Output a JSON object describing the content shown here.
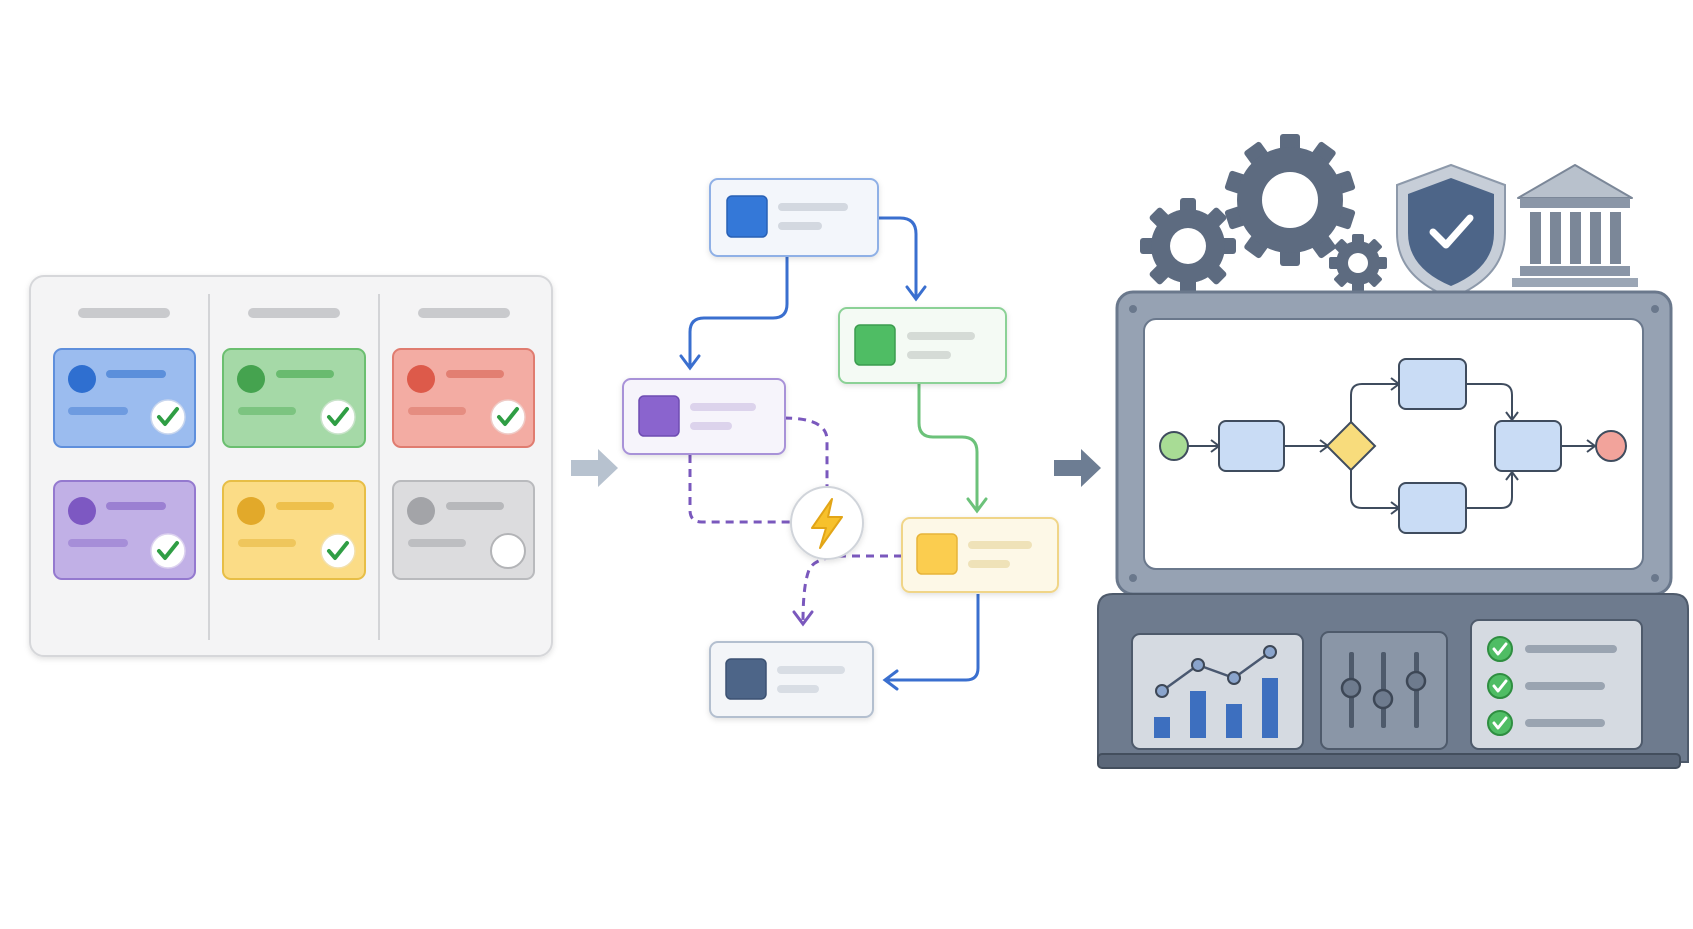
{
  "colors": {
    "blue": "#3a78d6",
    "green": "#4fb35f",
    "red": "#e2604f",
    "purple": "#8a64c8",
    "yellow": "#e6b32a",
    "gray": "#a7a9ae",
    "navy": "#4d6588",
    "steel": "#5d6b80",
    "check_green": "#2f9e44",
    "bolt": "#f2b51c"
  },
  "board": {
    "columns": 3,
    "cards": [
      {
        "color": "blue",
        "status": "done"
      },
      {
        "color": "green",
        "status": "done"
      },
      {
        "color": "red",
        "status": "done"
      },
      {
        "color": "purple",
        "status": "done"
      },
      {
        "color": "yellow",
        "status": "done"
      },
      {
        "color": "gray",
        "status": "pending"
      }
    ]
  },
  "transition_icons": [
    "arrow-right-icon",
    "arrow-right-icon"
  ],
  "workflow": {
    "nodes": [
      "blue",
      "green",
      "purple",
      "yellow",
      "navy"
    ],
    "trigger_icon": "lightning-bolt-icon",
    "connectors": [
      "solid-blue",
      "solid-blue",
      "solid-green",
      "dashed-purple",
      "dashed-purple",
      "solid-blue"
    ]
  },
  "platform": {
    "top_icons": [
      "gear-icon",
      "gear-icon",
      "gear-icon",
      "shield-check-icon",
      "bank-building-icon"
    ],
    "screen_process": [
      "start-event",
      "task",
      "decision-gateway",
      "task",
      "task",
      "task",
      "end-event"
    ],
    "panels": [
      "analytics-chart-panel",
      "sliders-control-panel",
      "checklist-panel"
    ],
    "chart_values": [
      1,
      3,
      2,
      4
    ],
    "checklist_items": 3
  }
}
